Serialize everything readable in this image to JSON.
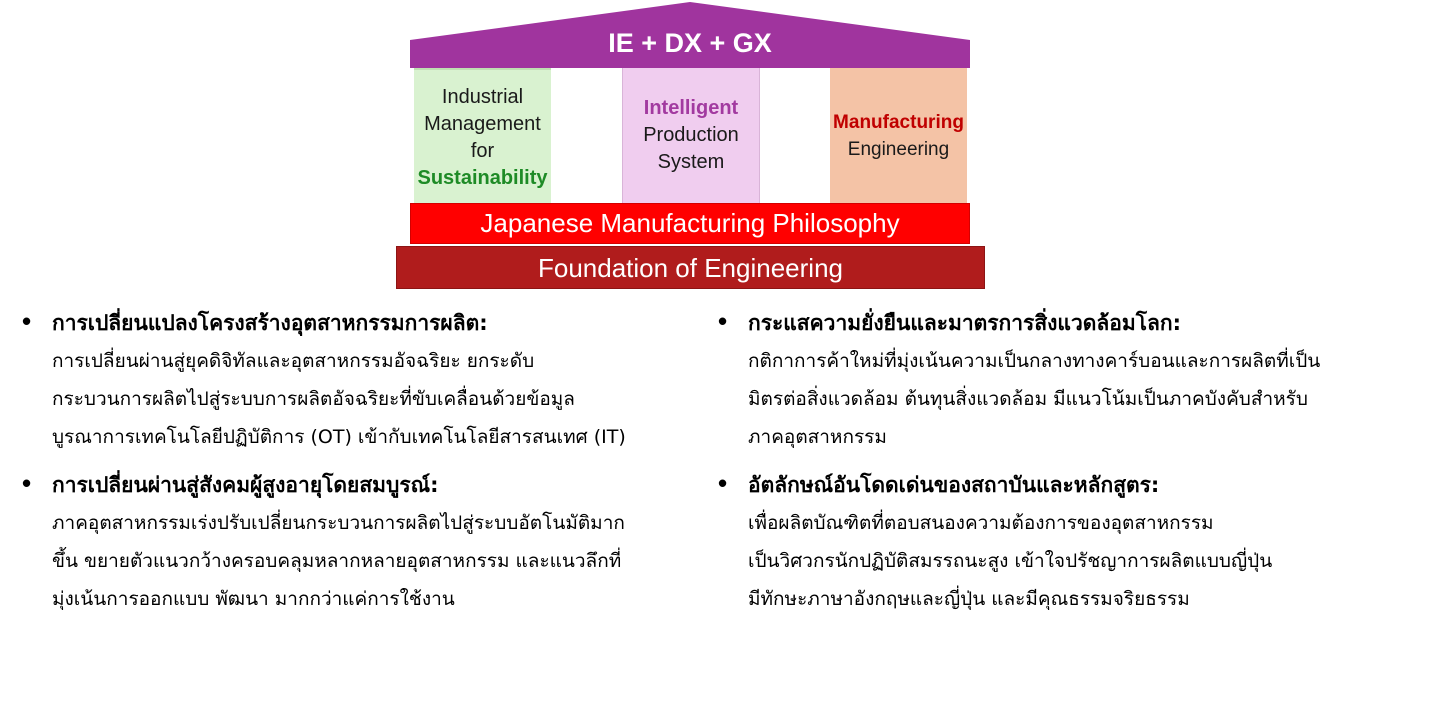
{
  "diagram": {
    "roof_label": "IE + DX + GX",
    "roof_color": "#a0349e",
    "pillars": [
      {
        "lines": [
          "Industrial",
          "Management",
          "for"
        ],
        "highlight": "Sustainability",
        "highlight_color": "#1e8b26"
      },
      {
        "highlight": "Intelligent",
        "lines": [
          "Production",
          "System"
        ],
        "highlight_color": "#a23aa0"
      },
      {
        "highlight": "Manufacturing",
        "lines": [
          "Engineering"
        ],
        "highlight_color": "#c00000"
      }
    ],
    "beam_label": "Japanese Manufacturing Philosophy",
    "beam_color": "#ff0000",
    "foundation_label": "Foundation of Engineering",
    "foundation_color": "#b01c1c"
  },
  "bullets": {
    "left": [
      {
        "title": "การเปลี่ยนแปลงโครงสร้างอุตสาหกรรมการผลิต:",
        "lines": [
          "การเปลี่ยนผ่านสู่ยุคดิจิทัลและอุตสาหกรรมอัจฉริยะ ยกระดับ",
          "กระบวนการผลิตไปสู่ระบบการผลิตอัจฉริยะที่ขับเคลื่อนด้วยข้อมูล",
          "บูรณาการเทคโนโลยีปฏิบัติการ (OT) เข้ากับเทคโนโลยีสารสนเทศ (IT)"
        ]
      },
      {
        "title": "การเปลี่ยนผ่านสู่สังคมผู้สูงอายุโดยสมบูรณ์:",
        "lines": [
          "ภาคอุตสาหกรรมเร่งปรับเปลี่ยนกระบวนการผลิตไปสู่ระบบอัตโนมัติมาก",
          "ขึ้น ขยายตัวแนวกว้างครอบคลุมหลากหลายอุตสาหกรรม และแนวลึกที่",
          "มุ่งเน้นการออกแบบ พัฒนา มากกว่าแค่การใช้งาน"
        ]
      }
    ],
    "right": [
      {
        "title": "กระแสความยั่งยืนและมาตรการสิ่งแวดล้อมโลก:",
        "lines": [
          "กติกาการค้าใหม่ที่มุ่งเน้นความเป็นกลางทางคาร์บอนและการผลิตที่เป็น",
          "มิตรต่อสิ่งแวดล้อม ต้นทุนสิ่งแวดล้อม มีแนวโน้มเป็นภาคบังคับสำหรับ",
          "ภาคอุตสาหกรรม"
        ]
      },
      {
        "title": "อัตลักษณ์อันโดดเด่นของสถาบันและหลักสูตร:",
        "lines": [
          "เพื่อผลิตบัณฑิตที่ตอบสนองความต้องการของอุตสาหกรรม",
          "เป็นวิศวกรนักปฏิบัติสมรรถนะสูง เข้าใจปรัชญาการผลิตแบบญี่ปุ่น",
          "มีทักษะภาษาอังกฤษและญี่ปุ่น และมีคุณธรรมจริยธรรม"
        ]
      }
    ]
  }
}
